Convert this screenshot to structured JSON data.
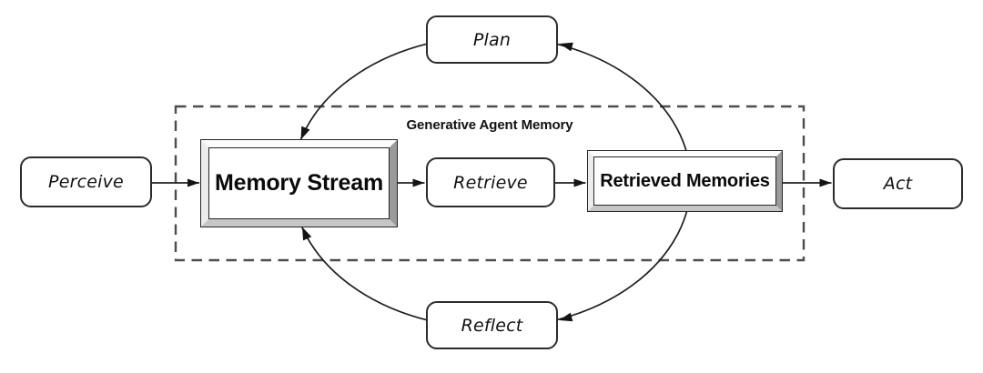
{
  "diagram": {
    "title": "Generative Agent Memory",
    "nodes": {
      "perceive": {
        "label": "Perceive",
        "shape": "rounded"
      },
      "plan": {
        "label": "Plan",
        "shape": "rounded"
      },
      "memory_stream": {
        "label": "Memory Stream",
        "shape": "beveled-frame"
      },
      "retrieve": {
        "label": "Retrieve",
        "shape": "rounded"
      },
      "retrieved_memories": {
        "label": "Retrieved Memories",
        "shape": "beveled-frame"
      },
      "reflect": {
        "label": "Reflect",
        "shape": "rounded"
      },
      "act": {
        "label": "Act",
        "shape": "rounded"
      }
    },
    "edges": [
      {
        "from": "Perceive",
        "to": "Memory Stream",
        "style": "straight-arrow"
      },
      {
        "from": "Memory Stream",
        "to": "Retrieve",
        "style": "straight-arrow"
      },
      {
        "from": "Retrieve",
        "to": "Retrieved Memories",
        "style": "straight-arrow"
      },
      {
        "from": "Retrieved Memories",
        "to": "Act",
        "style": "straight-arrow"
      },
      {
        "from": "Retrieved Memories",
        "to": "Plan",
        "style": "curved-arrow"
      },
      {
        "from": "Plan",
        "to": "Memory Stream",
        "style": "curved-arrow"
      },
      {
        "from": "Retrieved Memories",
        "to": "Reflect",
        "style": "curved-arrow"
      },
      {
        "from": "Reflect",
        "to": "Memory Stream",
        "style": "curved-arrow"
      }
    ],
    "boundary": {
      "label": "Generative Agent Memory",
      "style": "dashed-rectangle"
    },
    "colors": {
      "stroke": "#1f1f1f",
      "dashed_border": "#4d4d4d",
      "background": "#ffffff",
      "bevel_light": "#fcfcfc",
      "bevel_dark": "#9a9a9a",
      "text": "#111111"
    }
  }
}
